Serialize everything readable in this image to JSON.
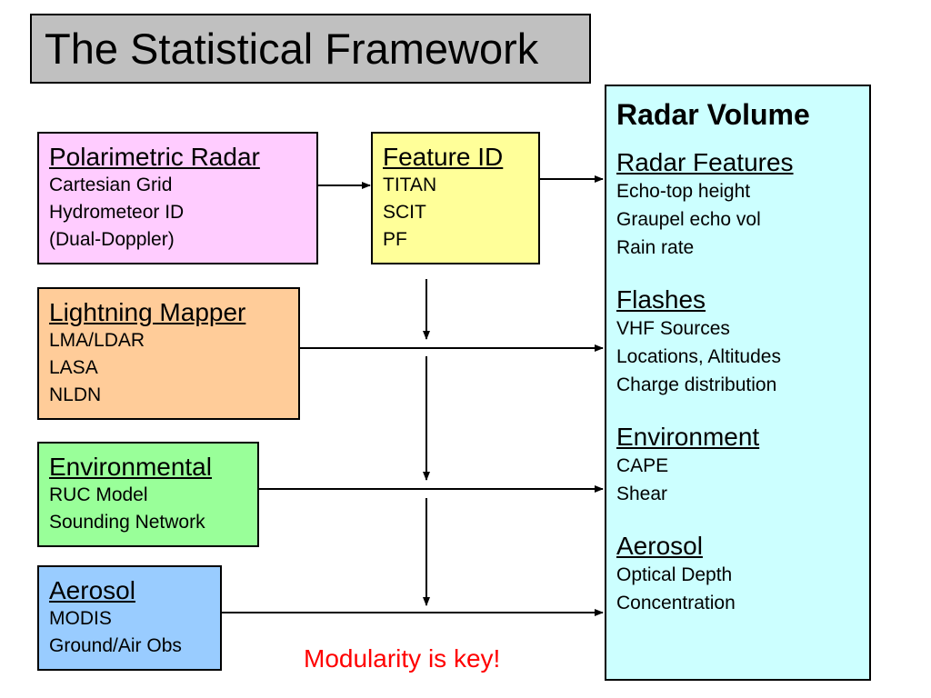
{
  "title": "The Statistical Framework",
  "sources": {
    "radar": {
      "heading": "Polarimetric Radar",
      "lines": [
        "Cartesian Grid",
        "Hydrometeor ID",
        "(Dual-Doppler)"
      ],
      "color": "#ffccff"
    },
    "lightning": {
      "heading": "Lightning Mapper",
      "lines": [
        "LMA/LDAR",
        "LASA",
        "NLDN"
      ],
      "color": "#ffcc99"
    },
    "environmental": {
      "heading": "Environmental",
      "lines": [
        "RUC Model",
        "Sounding Network"
      ],
      "color": "#99ff99"
    },
    "aerosol": {
      "heading": "Aerosol",
      "lines": [
        "MODIS",
        "Ground/Air Obs"
      ],
      "color": "#99ccff"
    }
  },
  "feature_id": {
    "heading": "Feature ID",
    "lines": [
      "TITAN",
      "SCIT",
      "PF"
    ],
    "color": "#ffff99"
  },
  "radar_volume": {
    "heading": "Radar Volume",
    "color": "#ccffff",
    "sections": [
      {
        "heading": "Radar Features",
        "lines": [
          "Echo-top height",
          "Graupel echo vol",
          "Rain rate"
        ]
      },
      {
        "heading": "Flashes",
        "lines": [
          "VHF Sources",
          "Locations, Altitudes",
          "Charge distribution"
        ]
      },
      {
        "heading": "Environment",
        "lines": [
          "CAPE",
          "Shear"
        ]
      },
      {
        "heading": "Aerosol",
        "lines": [
          "Optical Depth",
          "Concentration"
        ]
      }
    ]
  },
  "footnote": {
    "text": "Modularity is key!",
    "color": "#ff0000"
  }
}
